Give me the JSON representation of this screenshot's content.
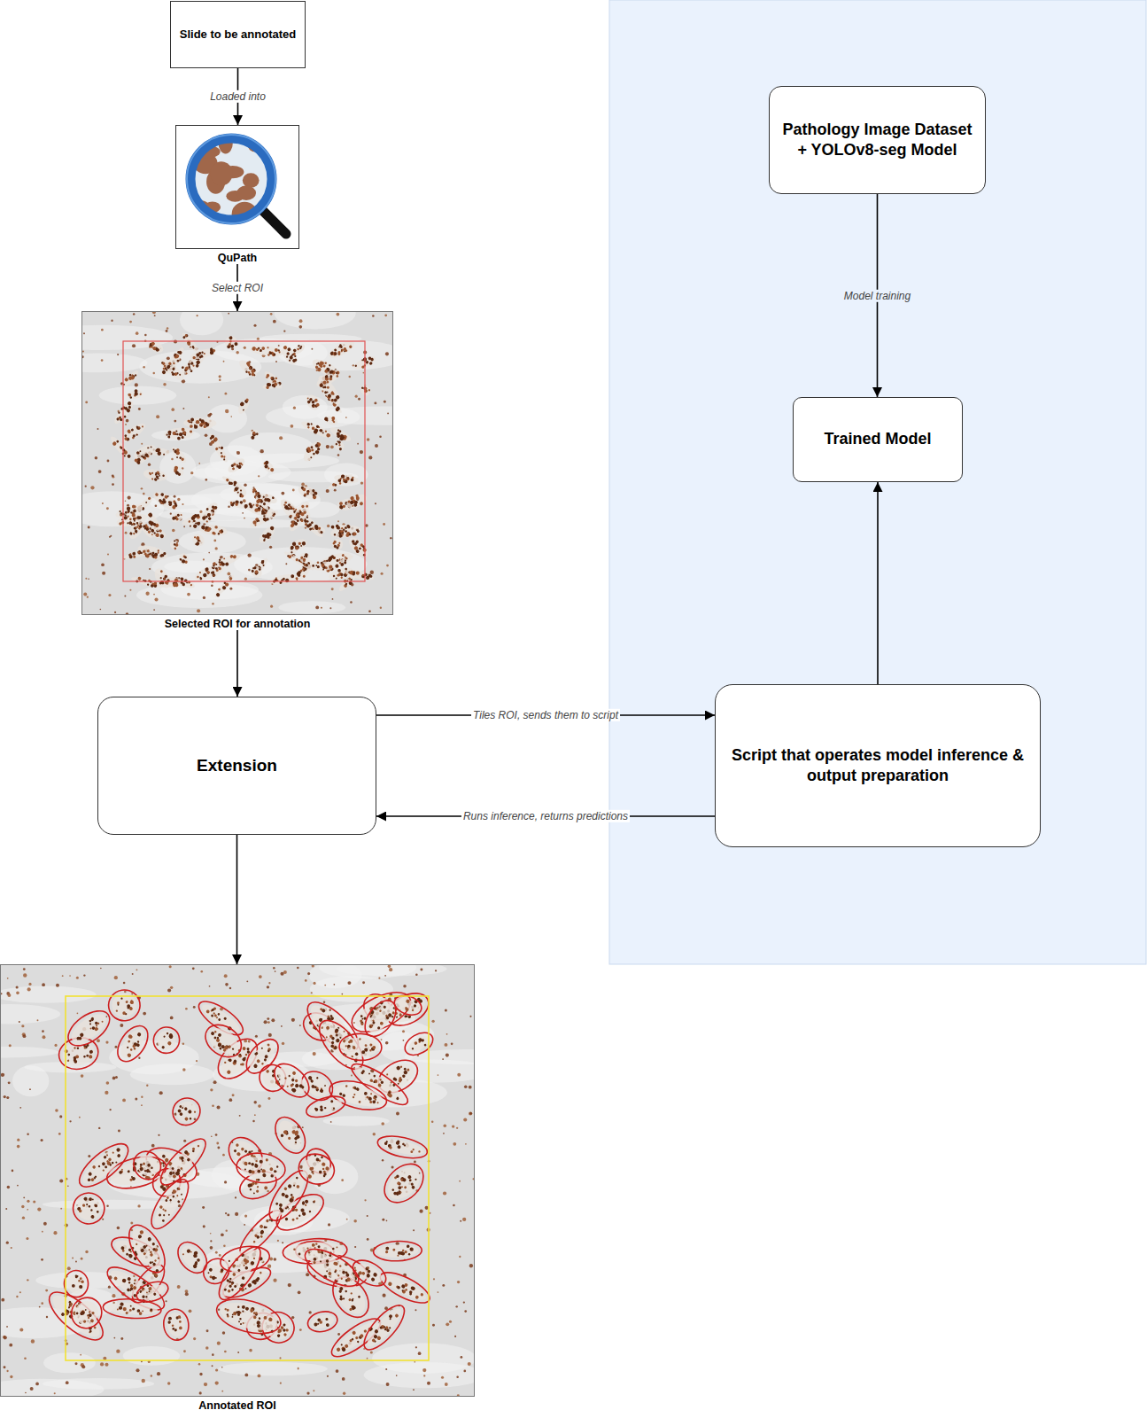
{
  "diagram": {
    "nodes": [
      {
        "text": [
          "Slide to be annotated"
        ]
      },
      {
        "text": [
          "QuPath"
        ]
      },
      {
        "text": [
          "Selected ROI for annotation"
        ]
      },
      {
        "text": [
          "Extension"
        ]
      },
      {
        "text": [
          "Pathology Image Dataset + YOLOv8-seg Model"
        ]
      },
      {
        "text": [
          "Trained Model"
        ]
      },
      {
        "text": [
          "Script that operates model inference & output preparation"
        ]
      },
      {
        "text": [
          "Annotated ROI"
        ]
      }
    ],
    "edges": [
      {
        "from": 0,
        "to": 1,
        "label": "Loaded into",
        "arrow": "to"
      },
      {
        "from": 1,
        "to": 2,
        "label": "Select ROI",
        "arrow": "to"
      },
      {
        "from": 2,
        "to": 3,
        "arrow": "to"
      },
      {
        "from": 3,
        "to": 6,
        "label": "Tiles ROI, sends them to script",
        "arrow": "to"
      },
      {
        "from": 6,
        "to": 3,
        "label": "Runs inference, returns predictions",
        "arrow": "to"
      },
      {
        "from": 3,
        "to": 7,
        "arrow": "to"
      },
      {
        "from": 4,
        "to": 5,
        "label": "Model training",
        "arrow": "to"
      },
      {
        "from": 6,
        "to": 5,
        "arrow": "to"
      }
    ]
  }
}
